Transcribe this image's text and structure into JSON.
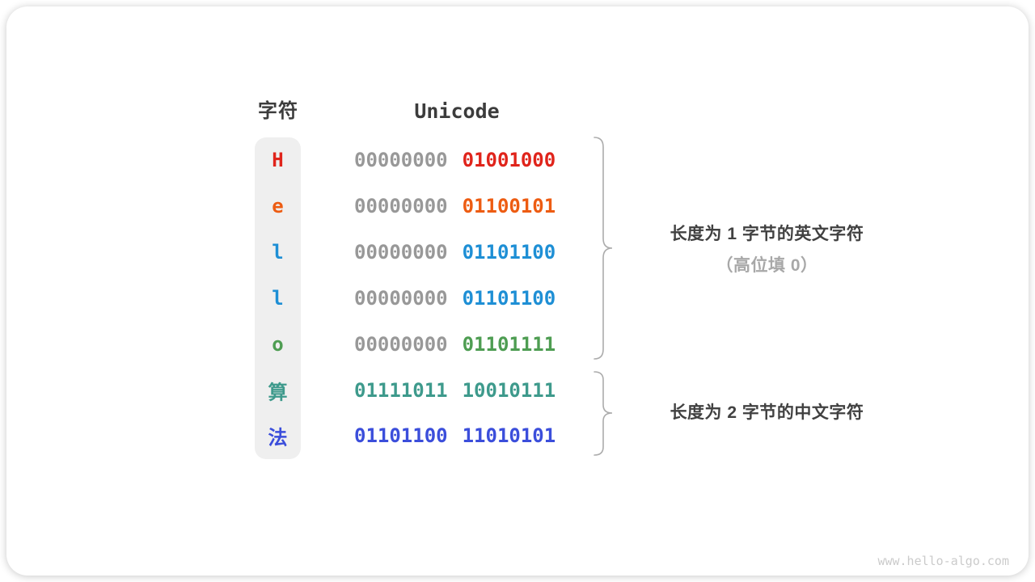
{
  "card": {
    "watermark": "www.hello-algo.com"
  },
  "colors": {
    "red": "#e0241b",
    "orange": "#ed5c12",
    "blue": "#1e8fd5",
    "green": "#4e9d52",
    "teal": "#3e9a8c",
    "royal": "#3b4edb",
    "gray_byte": "#989898",
    "header_text": "#3c3c3c",
    "column_bg": "#efefef",
    "brace": "#acacac"
  },
  "table": {
    "header_char": "字符",
    "header_unicode": "Unicode",
    "rows": [
      {
        "char": "H",
        "byte1": "00000000",
        "byte2": "01001000",
        "color": "#e0241b",
        "byte1_color": "#989898"
      },
      {
        "char": "e",
        "byte1": "00000000",
        "byte2": "01100101",
        "color": "#ed5c12",
        "byte1_color": "#989898"
      },
      {
        "char": "l",
        "byte1": "00000000",
        "byte2": "01101100",
        "color": "#1e8fd5",
        "byte1_color": "#989898"
      },
      {
        "char": "l",
        "byte1": "00000000",
        "byte2": "01101100",
        "color": "#1e8fd5",
        "byte1_color": "#989898"
      },
      {
        "char": "o",
        "byte1": "00000000",
        "byte2": "01101111",
        "color": "#4e9d52",
        "byte1_color": "#989898"
      },
      {
        "char": "算",
        "byte1": "01111011",
        "byte2": "10010111",
        "color": "#3e9a8c",
        "byte1_color": "#3e9a8c"
      },
      {
        "char": "法",
        "byte1": "01101100",
        "byte2": "11010101",
        "color": "#3b4edb",
        "byte1_color": "#3b4edb"
      }
    ]
  },
  "annotations": {
    "group1_line1": "长度为 1 字节的英文字符",
    "group1_line2": "（高位填 0）",
    "group2_line1": "长度为 2 字节的中文字符"
  }
}
